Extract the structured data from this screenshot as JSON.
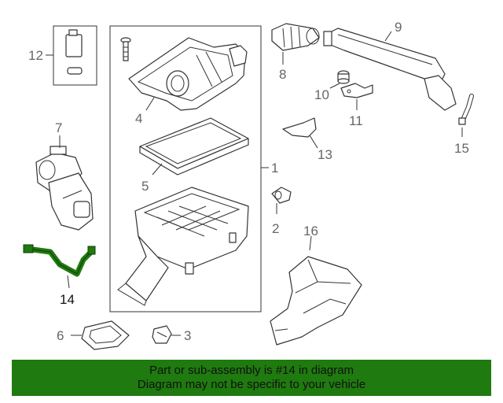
{
  "callouts": {
    "c1": "1",
    "c2": "2",
    "c3": "3",
    "c4": "4",
    "c5": "5",
    "c6": "6",
    "c7": "7",
    "c8": "8",
    "c9": "9",
    "c10": "10",
    "c11": "11",
    "c12": "12",
    "c13": "13",
    "c14": "14",
    "c15": "15",
    "c16": "16"
  },
  "highlight_part": "14",
  "colors": {
    "highlight_fill": "#1f7a0f",
    "banner_bg": "#1f7a0f",
    "line": "#333333",
    "callout_text": "#666666"
  },
  "banner": {
    "line1": "Part or sub-assembly is #14 in diagram",
    "line2": "Diagram may not be specific to your vehicle"
  }
}
